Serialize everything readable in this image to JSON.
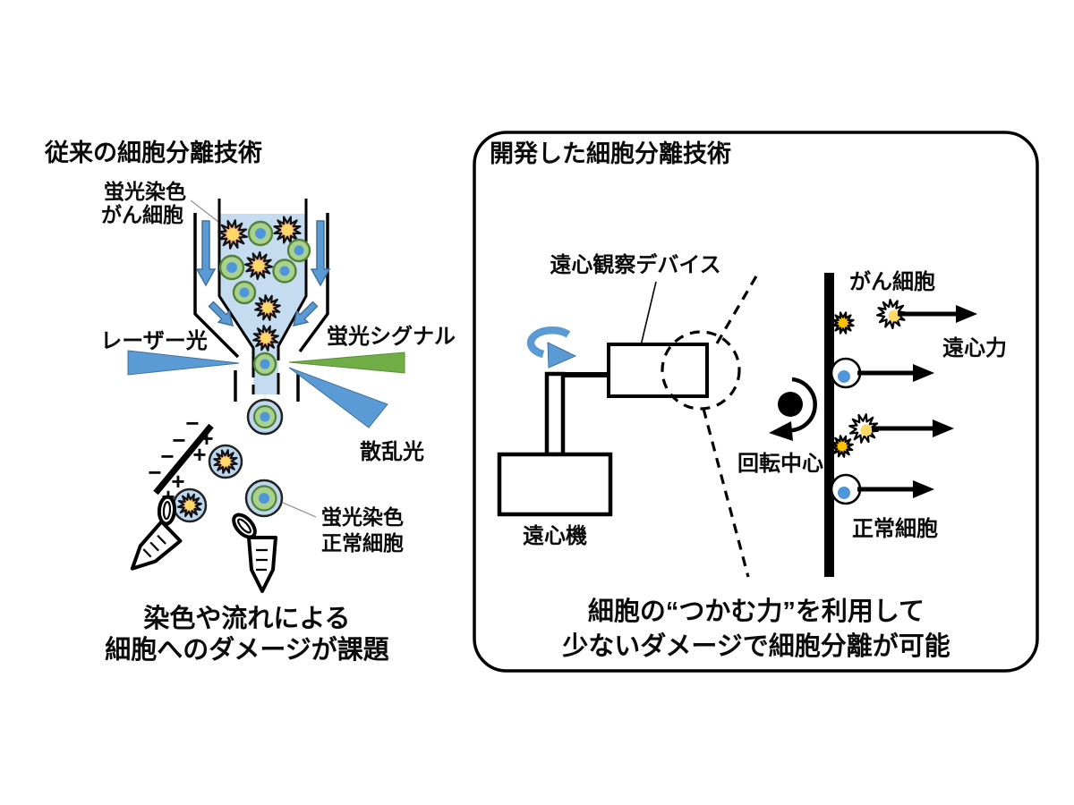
{
  "figure": {
    "left": {
      "title": "従来の細胞分離技術",
      "label_stained_cancer": [
        "蛍光染色",
        "がん細胞"
      ],
      "label_laser": "レーザー光",
      "label_fluorescence_signal": "蛍光シグナル",
      "label_scattered_light": "散乱光",
      "label_stained_normal": [
        "蛍光染色",
        "正常細胞"
      ],
      "charge_minus": "−",
      "charge_plus": "+",
      "caption": [
        "染色や流れによる",
        "細胞へのダメージが課題"
      ]
    },
    "right": {
      "title": "開発した細胞分離技術",
      "label_device": "遠心観察デバイス",
      "label_centrifuge": "遠心機",
      "label_rotation_center": "回転中心",
      "label_cancer_cell": "がん細胞",
      "label_centrifugal_force": "遠心力",
      "label_normal_cell": "正常細胞",
      "caption": [
        "細胞の“つかむ力”を利用して",
        "少ないダメージで細胞分離が可能"
      ]
    },
    "colors": {
      "accent_blue": "#5B9BD5",
      "accent_blue_dark": "#41719C",
      "signal_green": "#70AD47",
      "fluid_blue": "#C5DCF0",
      "droplet_blue": "#BDD7EE",
      "cell_green": "#A9D18E",
      "cell_green_border": "#538135",
      "nucleus_blue": "#4E95D9",
      "cancer_peach": "#F5B183",
      "cancer_center_yellow": "#FFD966",
      "adhered_gold": "#FFC000",
      "line_black": "#000000"
    }
  }
}
